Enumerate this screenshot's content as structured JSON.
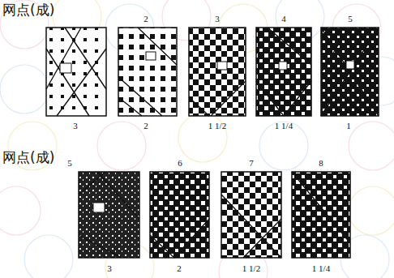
{
  "diagram": {
    "labels": [
      "网点(成)",
      "2",
      "3",
      "4",
      "5",
      "3",
      "2",
      "1 1/2",
      "1 1/4",
      "1",
      "网点(成)",
      "5",
      "6",
      "7",
      "8",
      "3",
      "2",
      "1 1/2",
      "1 1/4"
    ]
  }
}
